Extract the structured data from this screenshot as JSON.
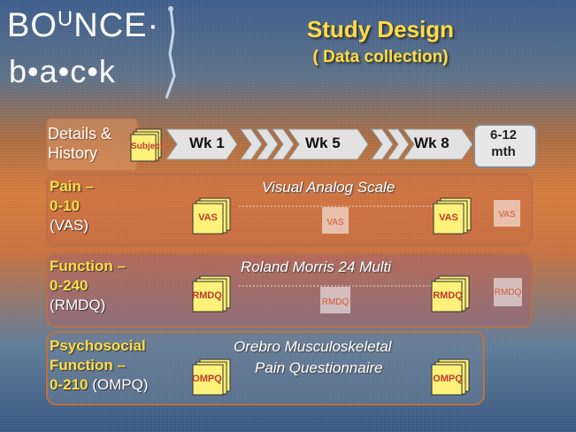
{
  "logo": {
    "line1_a": "BO",
    "line1_sup": "U",
    "line1_b": "NCE",
    "line1_mark": "·",
    "line2": "b•a•c•k"
  },
  "header": {
    "title": "Study Design",
    "subtitle": "( Data collection)"
  },
  "timeline": {
    "details_line1": "Details &",
    "details_line2": "History",
    "subject_label": "Subject",
    "steps": [
      "Wk 1",
      "Wk 5",
      "Wk 8"
    ],
    "final_line1": "6-12",
    "final_line2": "mth"
  },
  "rows": {
    "pain": {
      "title_l1": "Pain –",
      "title_l2": "0-10",
      "title_abbr": "(VAS)",
      "description": "Visual Analog Scale",
      "doc_label": "VAS"
    },
    "function": {
      "title_l1": "Function –",
      "title_l2": "0-240",
      "title_abbr": "(RMDQ)",
      "description": "Roland Morris 24 Multi",
      "doc_label": "RMDQ"
    },
    "psychosocial": {
      "title_l1": "Psychosocial",
      "title_l2": "Function –",
      "title_l3": "0-210",
      "title_abbr": "(OMPQ)",
      "description_l1": "Orebro Musculoskeletal",
      "description_l2": "Pain Questionnaire",
      "doc_label": "OMPQ"
    }
  },
  "colors": {
    "title": "#ffdd44",
    "doc": "#fff27a",
    "doc_text": "#c0392b"
  }
}
